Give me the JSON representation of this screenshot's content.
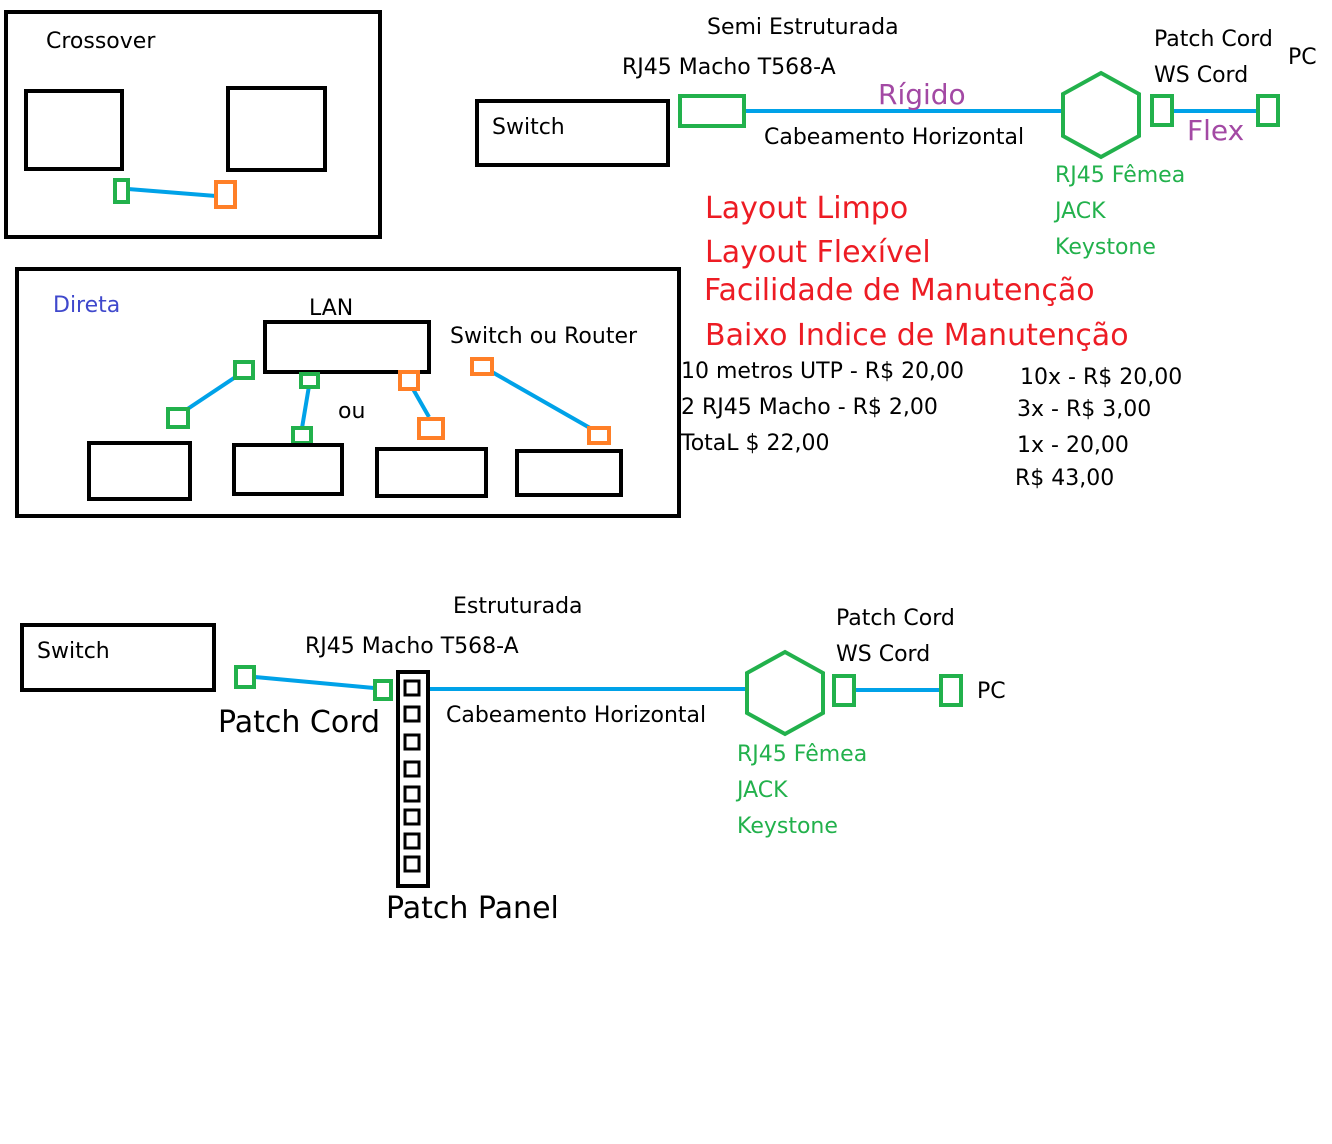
{
  "crossover": {
    "title": "Crossover"
  },
  "direta": {
    "title": "Direta",
    "lan_label": "LAN",
    "switch_router_label": "Switch ou Router",
    "ou_label": "ou"
  },
  "semi": {
    "title": "Semi Estruturada",
    "switch_label": "Switch",
    "rj45_macho": "RJ45 Macho T568-A",
    "rigido": "Rígido",
    "cabeamento": "Cabeamento Horizontal",
    "patch_cord": "Patch Cord",
    "ws_cord": "WS Cord",
    "pc": "PC",
    "flex": "Flex",
    "femea_lines": [
      "RJ45 Fêmea",
      "JACK",
      "Keystone"
    ]
  },
  "layout_notes": [
    "Layout Limpo",
    "Layout Flexível",
    "Facilidade de Manutenção",
    "Baixo Indice de Manutenção"
  ],
  "costs_left": [
    "10 metros UTP - R$ 20,00",
    "2 RJ45 Macho - R$ 2,00",
    "TotaL $ 22,00"
  ],
  "costs_right": [
    "10x - R$ 20,00",
    "3x - R$ 3,00",
    "1x - 20,00",
    "R$ 43,00"
  ],
  "estruturada": {
    "title": "Estruturada",
    "switch_label": "Switch",
    "rj45_macho": "RJ45 Macho T568-A",
    "patch_cord_left": "Patch Cord",
    "cabeamento": "Cabeamento Horizontal",
    "patch_cord": "Patch Cord",
    "ws_cord": "WS Cord",
    "pc": "PC",
    "femea_lines": [
      "RJ45 Fêmea",
      "JACK",
      "Keystone"
    ],
    "patch_panel": "Patch Panel"
  }
}
